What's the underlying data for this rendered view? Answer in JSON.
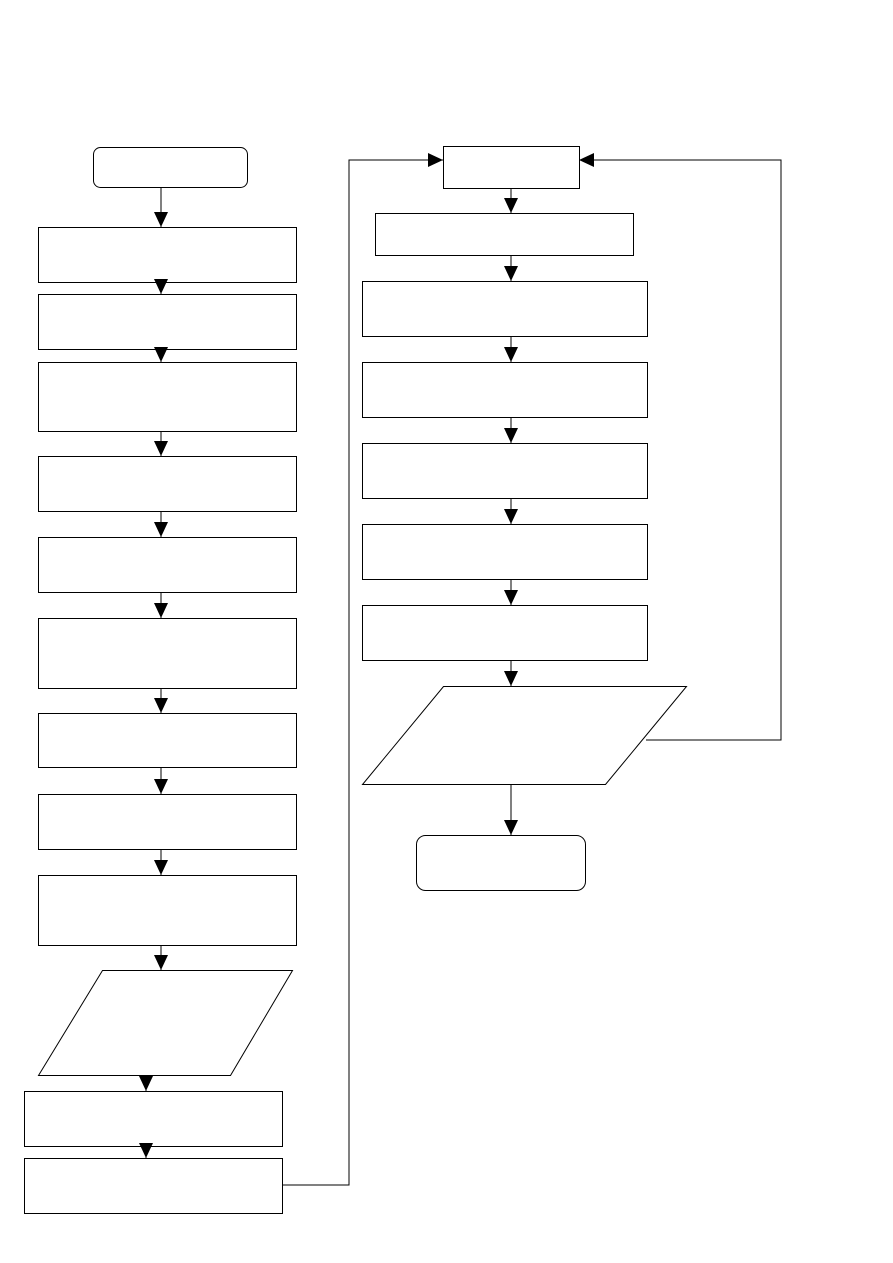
{
  "diagram": {
    "type": "flowchart",
    "colors": {
      "stroke": "#000000",
      "fill": "#ffffff",
      "background": "#ffffff"
    },
    "nodes": [
      {
        "id": "left-start",
        "shape": "terminator",
        "text": ""
      },
      {
        "id": "left-step-1",
        "shape": "process",
        "text": ""
      },
      {
        "id": "left-step-2",
        "shape": "process",
        "text": ""
      },
      {
        "id": "left-step-3",
        "shape": "process",
        "text": ""
      },
      {
        "id": "left-step-4",
        "shape": "process",
        "text": ""
      },
      {
        "id": "left-step-5",
        "shape": "process",
        "text": ""
      },
      {
        "id": "left-step-6",
        "shape": "process",
        "text": ""
      },
      {
        "id": "left-step-7",
        "shape": "process",
        "text": ""
      },
      {
        "id": "left-step-8",
        "shape": "process",
        "text": ""
      },
      {
        "id": "left-step-9",
        "shape": "process",
        "text": ""
      },
      {
        "id": "left-io",
        "shape": "data",
        "text": ""
      },
      {
        "id": "left-step-10",
        "shape": "process",
        "text": ""
      },
      {
        "id": "left-step-11",
        "shape": "process",
        "text": ""
      },
      {
        "id": "right-start",
        "shape": "process",
        "text": ""
      },
      {
        "id": "right-step-1",
        "shape": "process",
        "text": ""
      },
      {
        "id": "right-step-2",
        "shape": "process",
        "text": ""
      },
      {
        "id": "right-step-3",
        "shape": "process",
        "text": ""
      },
      {
        "id": "right-step-4",
        "shape": "process",
        "text": ""
      },
      {
        "id": "right-step-5",
        "shape": "process",
        "text": ""
      },
      {
        "id": "right-step-6",
        "shape": "process",
        "text": ""
      },
      {
        "id": "right-io",
        "shape": "data",
        "text": ""
      },
      {
        "id": "right-end",
        "shape": "terminator",
        "text": ""
      }
    ],
    "edges": [
      {
        "from": "left-start",
        "to": "left-step-1"
      },
      {
        "from": "left-step-1",
        "to": "left-step-2"
      },
      {
        "from": "left-step-2",
        "to": "left-step-3"
      },
      {
        "from": "left-step-3",
        "to": "left-step-4"
      },
      {
        "from": "left-step-4",
        "to": "left-step-5"
      },
      {
        "from": "left-step-5",
        "to": "left-step-6"
      },
      {
        "from": "left-step-6",
        "to": "left-step-7"
      },
      {
        "from": "left-step-7",
        "to": "left-step-8"
      },
      {
        "from": "left-step-8",
        "to": "left-step-9"
      },
      {
        "from": "left-step-9",
        "to": "left-io"
      },
      {
        "from": "left-io",
        "to": "left-step-10"
      },
      {
        "from": "left-step-10",
        "to": "left-step-11"
      },
      {
        "from": "left-step-11",
        "to": "right-start"
      },
      {
        "from": "right-start",
        "to": "right-step-1"
      },
      {
        "from": "right-step-1",
        "to": "right-step-2"
      },
      {
        "from": "right-step-2",
        "to": "right-step-3"
      },
      {
        "from": "right-step-3",
        "to": "right-step-4"
      },
      {
        "from": "right-step-4",
        "to": "right-step-5"
      },
      {
        "from": "right-step-5",
        "to": "right-step-6"
      },
      {
        "from": "right-step-6",
        "to": "right-io"
      },
      {
        "from": "right-io",
        "to": "right-end"
      },
      {
        "from": "right-io",
        "to": "right-start"
      }
    ]
  }
}
